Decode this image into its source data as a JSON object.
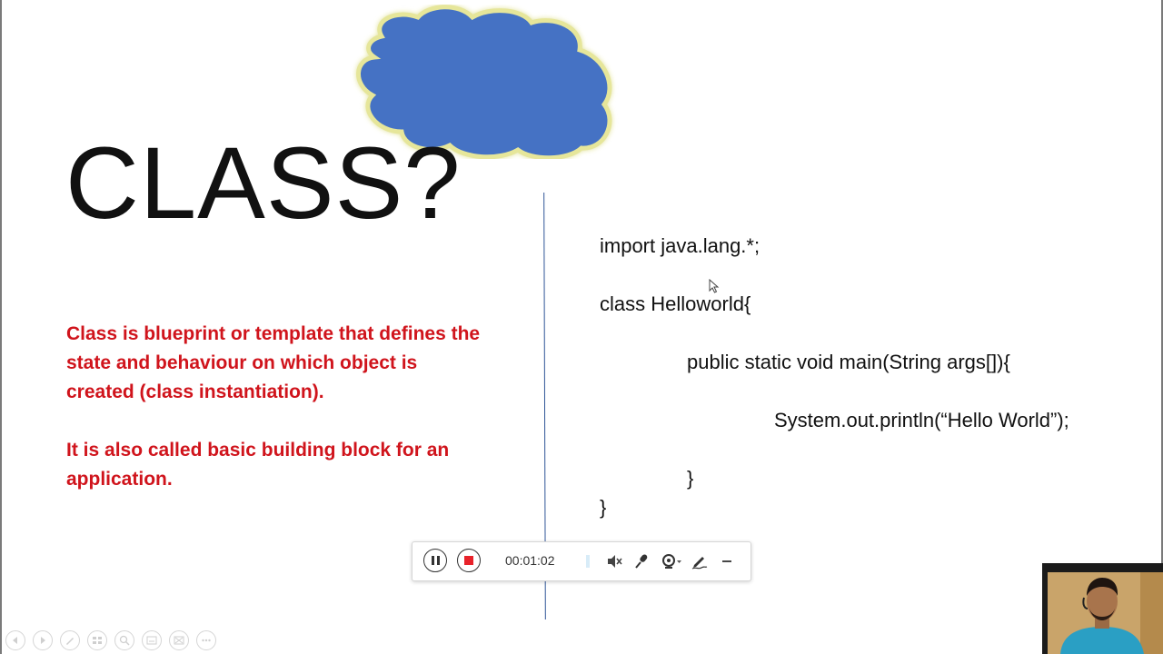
{
  "slide": {
    "title": "CLASS?",
    "paragraphs": [
      "Class is blueprint or template that defines the state and behaviour on which object is created (class instantiation).",
      "It is also called basic building block for an application."
    ],
    "code": [
      "import java.lang.*;",
      "class Helloworld{",
      "public static void main(String args[]){",
      "System.out.println(“Hello World”);",
      "}",
      "}"
    ],
    "colors": {
      "cloud": "#4472c4",
      "cloud_glow": "#e6e69a",
      "text_red": "#d0141c",
      "divider": "#2f5597"
    }
  },
  "recorder": {
    "elapsed": "00:01:02",
    "icons": [
      "pause-icon",
      "stop-icon",
      "speaker-muted-icon",
      "microphone-icon",
      "webcam-icon",
      "pen-icon",
      "minimize-icon"
    ]
  },
  "slideshow_nav": {
    "icons": [
      "previous-icon",
      "next-icon",
      "pen-tool-icon",
      "slides-icon",
      "zoom-icon",
      "subtitles-icon",
      "screen-icon",
      "more-icon"
    ]
  }
}
